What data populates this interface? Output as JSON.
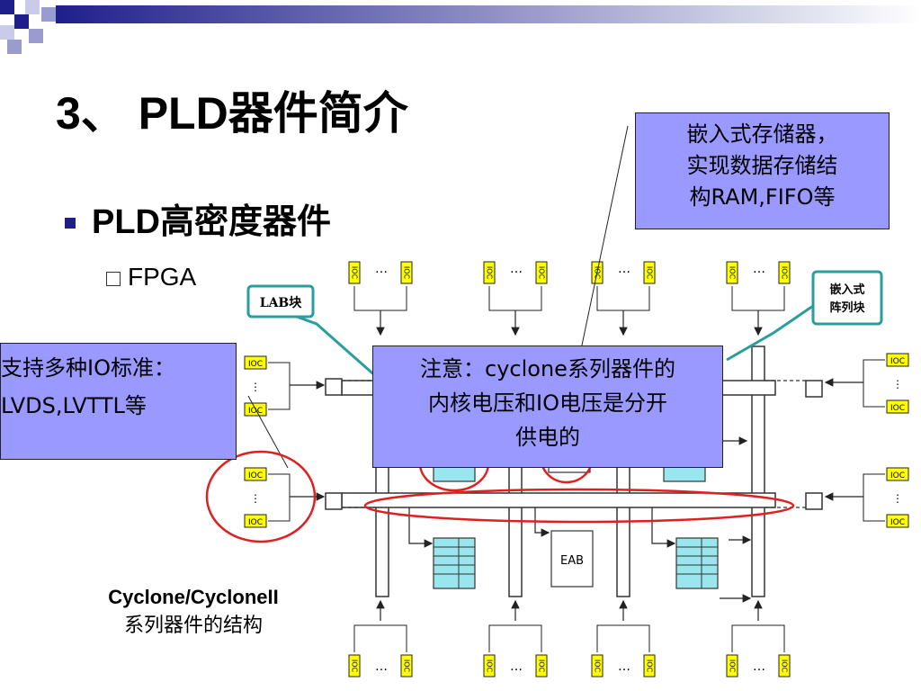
{
  "slide": {
    "title": "3、 PLD器件简介",
    "bullet1": "PLD高密度器件",
    "bullet2": "FPGA"
  },
  "callouts": {
    "embedded": [
      "嵌入式存储器，",
      "实现数据存储结",
      "构RAM,FIFO等"
    ],
    "io": [
      "支持多种IO标准：",
      "LVDS,LVTTL等"
    ],
    "note": [
      "注意：cyclone系列器件的",
      "内核电压和IO电压是分开",
      "供电的"
    ]
  },
  "diagram_labels": {
    "lab": "LAB块",
    "embedded_array": [
      "嵌入式",
      "阵列块"
    ],
    "ioc": "IOC",
    "eab": "EAB"
  },
  "caption": {
    "line1": "Cyclone/CycloneII",
    "line2": "系列器件的结构"
  },
  "colors": {
    "callout_fill": "#9999ff",
    "ioc_fill": "#ffff00",
    "lab_fill": "#99e6ee",
    "highlight_circle": "#e02020",
    "teal_callout": "#2a9d9d",
    "bullet": "#1f1f8c"
  }
}
